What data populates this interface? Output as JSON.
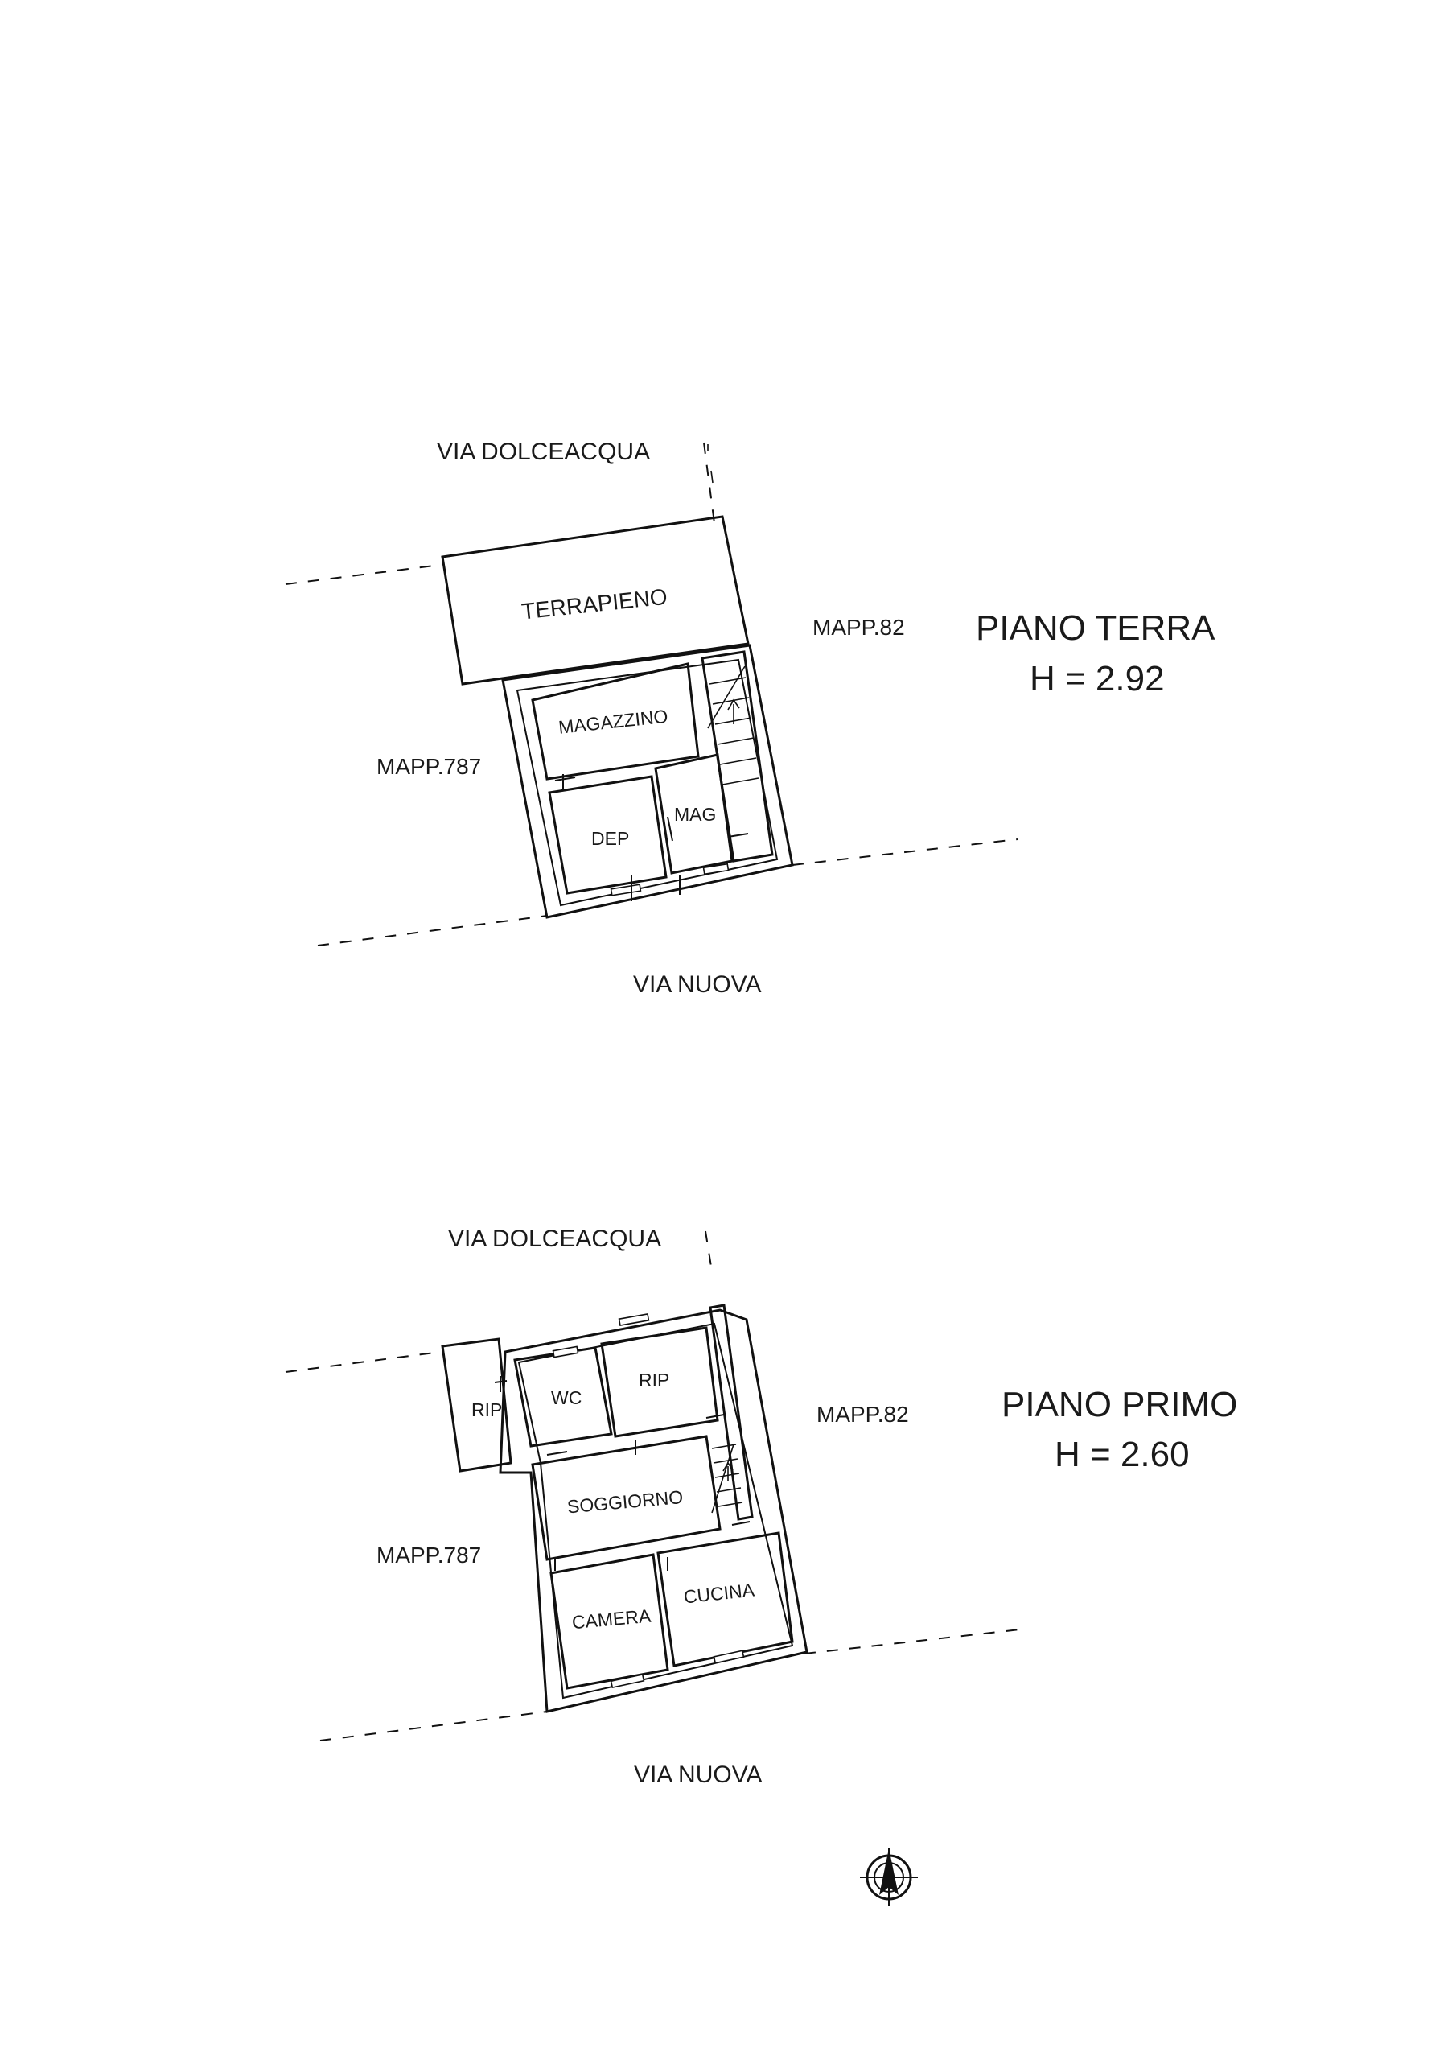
{
  "plans": [
    {
      "floor_title": "PIANO TERRA",
      "height_label": "H = 2.92",
      "street_top": "VIA DOLCEACQUA",
      "street_bottom": "VIA NUOVA",
      "parcel_left": "MAPP.787",
      "parcel_right": "MAPP.82",
      "rooms": [
        "TERRAPIENO",
        "MAGAZZINO",
        "DEP",
        "MAG"
      ]
    },
    {
      "floor_title": "PIANO PRIMO",
      "height_label": "H = 2.60",
      "street_top": "VIA DOLCEACQUA",
      "street_bottom": "VIA NUOVA",
      "parcel_left": "MAPP.787",
      "parcel_right": "MAPP.82",
      "rooms": [
        "RIP",
        "WC",
        "RIP",
        "SOGGIORNO",
        "CAMERA",
        "CUCINA"
      ]
    }
  ],
  "icons": {
    "compass": "north-arrow-icon"
  }
}
